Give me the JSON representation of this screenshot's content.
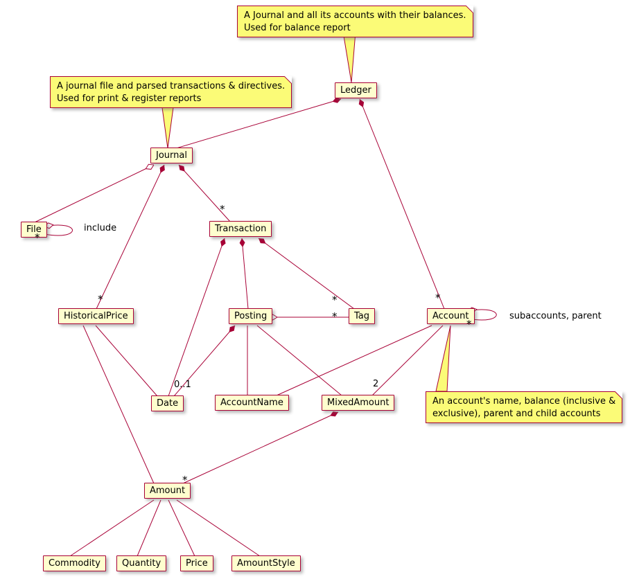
{
  "diagram": {
    "kind": "uml-class-diagram",
    "classes": [
      {
        "name": "Ledger"
      },
      {
        "name": "Journal"
      },
      {
        "name": "File"
      },
      {
        "name": "Transaction"
      },
      {
        "name": "HistoricalPrice"
      },
      {
        "name": "Posting"
      },
      {
        "name": "Tag"
      },
      {
        "name": "Account"
      },
      {
        "name": "Date"
      },
      {
        "name": "AccountName"
      },
      {
        "name": "MixedAmount"
      },
      {
        "name": "Amount"
      },
      {
        "name": "Commodity"
      },
      {
        "name": "Quantity"
      },
      {
        "name": "Price"
      },
      {
        "name": "AmountStyle"
      }
    ],
    "notes": [
      {
        "attached_to": "Ledger",
        "text": "A Journal and all its accounts with their balances.\nUsed for balance report"
      },
      {
        "attached_to": "Journal",
        "text": "A journal file and parsed transactions & directives.\nUsed for print & register reports"
      },
      {
        "attached_to": "Account",
        "text": "An account's name, balance (inclusive &\nexclusive), parent and child accounts"
      }
    ],
    "relationships": [
      {
        "from": "Ledger",
        "to": "Journal",
        "type": "composition"
      },
      {
        "from": "Ledger",
        "to": "Account",
        "type": "composition",
        "to_multiplicity": "*"
      },
      {
        "from": "Journal",
        "to": "File",
        "type": "aggregation"
      },
      {
        "from": "File",
        "to": "File",
        "type": "aggregation",
        "label": "include",
        "to_multiplicity": "*"
      },
      {
        "from": "Journal",
        "to": "Transaction",
        "type": "composition",
        "to_multiplicity": "*"
      },
      {
        "from": "Journal",
        "to": "HistoricalPrice",
        "type": "composition",
        "to_multiplicity": "*"
      },
      {
        "from": "Transaction",
        "to": "Posting",
        "type": "composition"
      },
      {
        "from": "Transaction",
        "to": "Tag",
        "type": "composition",
        "to_multiplicity": "*"
      },
      {
        "from": "Transaction",
        "to": "Date",
        "type": "composition"
      },
      {
        "from": "Posting",
        "to": "Tag",
        "type": "aggregation",
        "to_multiplicity": "*"
      },
      {
        "from": "Posting",
        "to": "Date",
        "type": "composition",
        "to_multiplicity": "0..1"
      },
      {
        "from": "Posting",
        "to": "AccountName",
        "type": "association"
      },
      {
        "from": "Posting",
        "to": "MixedAmount",
        "type": "association"
      },
      {
        "from": "Account",
        "to": "Account",
        "type": "aggregation",
        "label": "subaccounts, parent",
        "to_multiplicity": "*"
      },
      {
        "from": "Account",
        "to": "AccountName",
        "type": "association"
      },
      {
        "from": "Account",
        "to": "MixedAmount",
        "type": "association",
        "to_multiplicity": "2"
      },
      {
        "from": "MixedAmount",
        "to": "Amount",
        "type": "composition",
        "to_multiplicity": "*"
      },
      {
        "from": "HistoricalPrice",
        "to": "Date",
        "type": "association"
      },
      {
        "from": "HistoricalPrice",
        "to": "Amount",
        "type": "association"
      },
      {
        "from": "Amount",
        "to": "Commodity",
        "type": "association"
      },
      {
        "from": "Amount",
        "to": "Quantity",
        "type": "association"
      },
      {
        "from": "Amount",
        "to": "Price",
        "type": "association"
      },
      {
        "from": "Amount",
        "to": "AmountStyle",
        "type": "association"
      }
    ],
    "colors": {
      "class_bg": "#FEFECE",
      "note_bg": "#FBFB77",
      "line": "#A80036"
    }
  }
}
